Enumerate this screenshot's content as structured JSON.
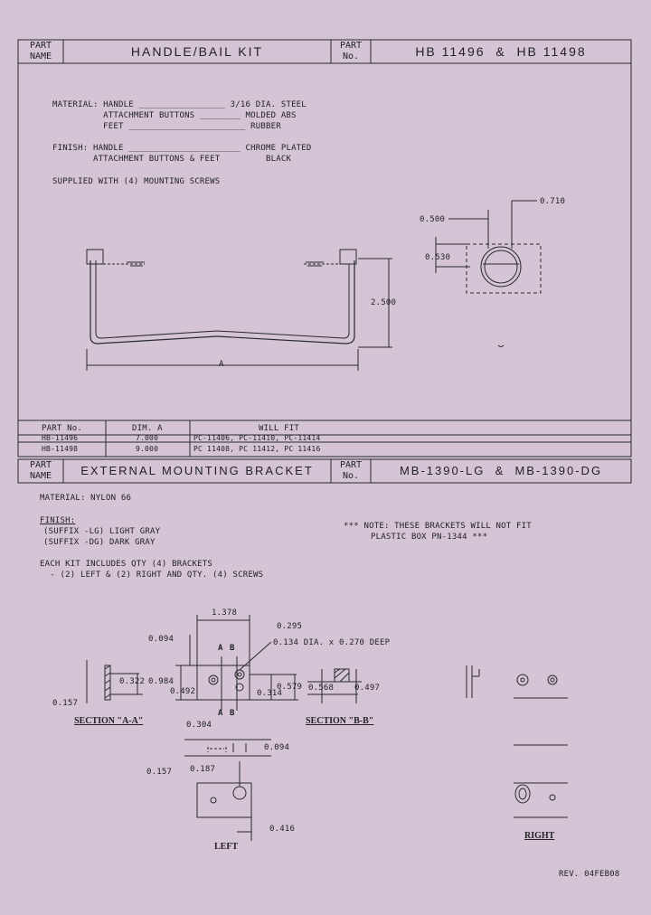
{
  "top": {
    "part_name_label": [
      "PART",
      "NAME"
    ],
    "part_name": "HANDLE/BAIL KIT",
    "part_no_label": [
      "PART",
      "No."
    ],
    "part_no": "HB 11496  &  HB 11498",
    "material_lines": [
      "MATERIAL: HANDLE _________________ 3/16 DIA. STEEL",
      "          ATTACHMENT BUTTONS ________ MOLDED ABS",
      "          FEET _______________________ RUBBER"
    ],
    "finish_lines": [
      "FINISH: HANDLE ______________________ CHROME PLATED",
      "        ATTACHMENT BUTTONS & FEET         BLACK"
    ],
    "supplied": "SUPPLIED WITH (4) MOUNTING SCREWS",
    "dims": {
      "height": "2.500",
      "width": "A",
      "d1": "0.500",
      "d2": "0.710",
      "d3": "0.530"
    },
    "table": {
      "headers": [
        "PART No.",
        "DIM. A",
        "WILL FIT"
      ],
      "rows": [
        [
          "HB-11496",
          "7.000",
          "PC-11406, PC-11410, PC-11414"
        ],
        [
          "HB-11498",
          "9.000",
          "PC 11408, PC 11412, PC 11416"
        ]
      ]
    }
  },
  "bottom": {
    "part_name_label": [
      "PART",
      "NAME"
    ],
    "part_name": "EXTERNAL MOUNTING BRACKET",
    "part_no_label": [
      "PART",
      "No."
    ],
    "part_no": "MB-1390-LG  &  MB-1390-DG",
    "material": "MATERIAL: NYLON 66",
    "finish_title": "FINISH:",
    "finish_lines": [
      "(SUFFIX -LG) LIGHT GRAY",
      "(SUFFIX -DG) DARK GRAY"
    ],
    "kit_lines": [
      "EACH KIT INCLUDES QTY (4) BRACKETS",
      "  - (2) LEFT & (2) RIGHT AND QTY. (4) SCREWS"
    ],
    "note_lines": [
      "*** NOTE: THESE BRACKETS WILL NOT FIT",
      "PLASTIC BOX PN-1344 ***"
    ],
    "dims": {
      "d_1_378": "1.378",
      "d_0295": "0.295",
      "d_0094": "0.094",
      "hole_note": "0.134 DIA. x 0.270 DEEP",
      "d_0322": "0.322",
      "d_0984": "0.984",
      "d_0492": "0.492",
      "d_0579": "0.579",
      "d_0314": "0.314",
      "d_0568": "0.568",
      "d_0497": "0.497",
      "d_0157a": "0.157",
      "d_0304": "0.304",
      "d_0094b": "0.094",
      "d_0157b": "0.157",
      "d_0187": "0.187",
      "d_0416": "0.416",
      "sect_a": "A",
      "sect_b": "B"
    },
    "section_aa": "SECTION \"A-A\"",
    "section_bb": "SECTION \"B-B\"",
    "left_label": "LEFT",
    "right_label": "RIGHT",
    "rev": "REV. 04FEB08"
  }
}
